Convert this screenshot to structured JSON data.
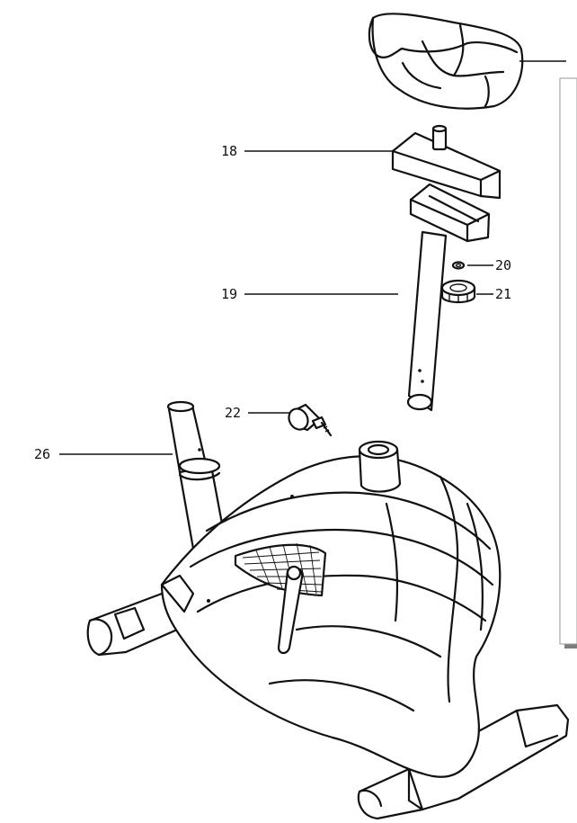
{
  "diagram": {
    "callouts": [
      {
        "id": "18",
        "label": "18",
        "part": "seat-slider"
      },
      {
        "id": "19",
        "label": "19",
        "part": "seat-post"
      },
      {
        "id": "20",
        "label": "20",
        "part": "washer"
      },
      {
        "id": "21",
        "label": "21",
        "part": "nut"
      },
      {
        "id": "22",
        "label": "22",
        "part": "adjustment-knob"
      },
      {
        "id": "26",
        "label": "26",
        "part": "handlebar-post-stub"
      }
    ],
    "colors": {
      "ink": "#111111",
      "panel_shadow": "#7d7d7d",
      "panel_fill": "#ffffff",
      "background": "#ffffff"
    }
  }
}
